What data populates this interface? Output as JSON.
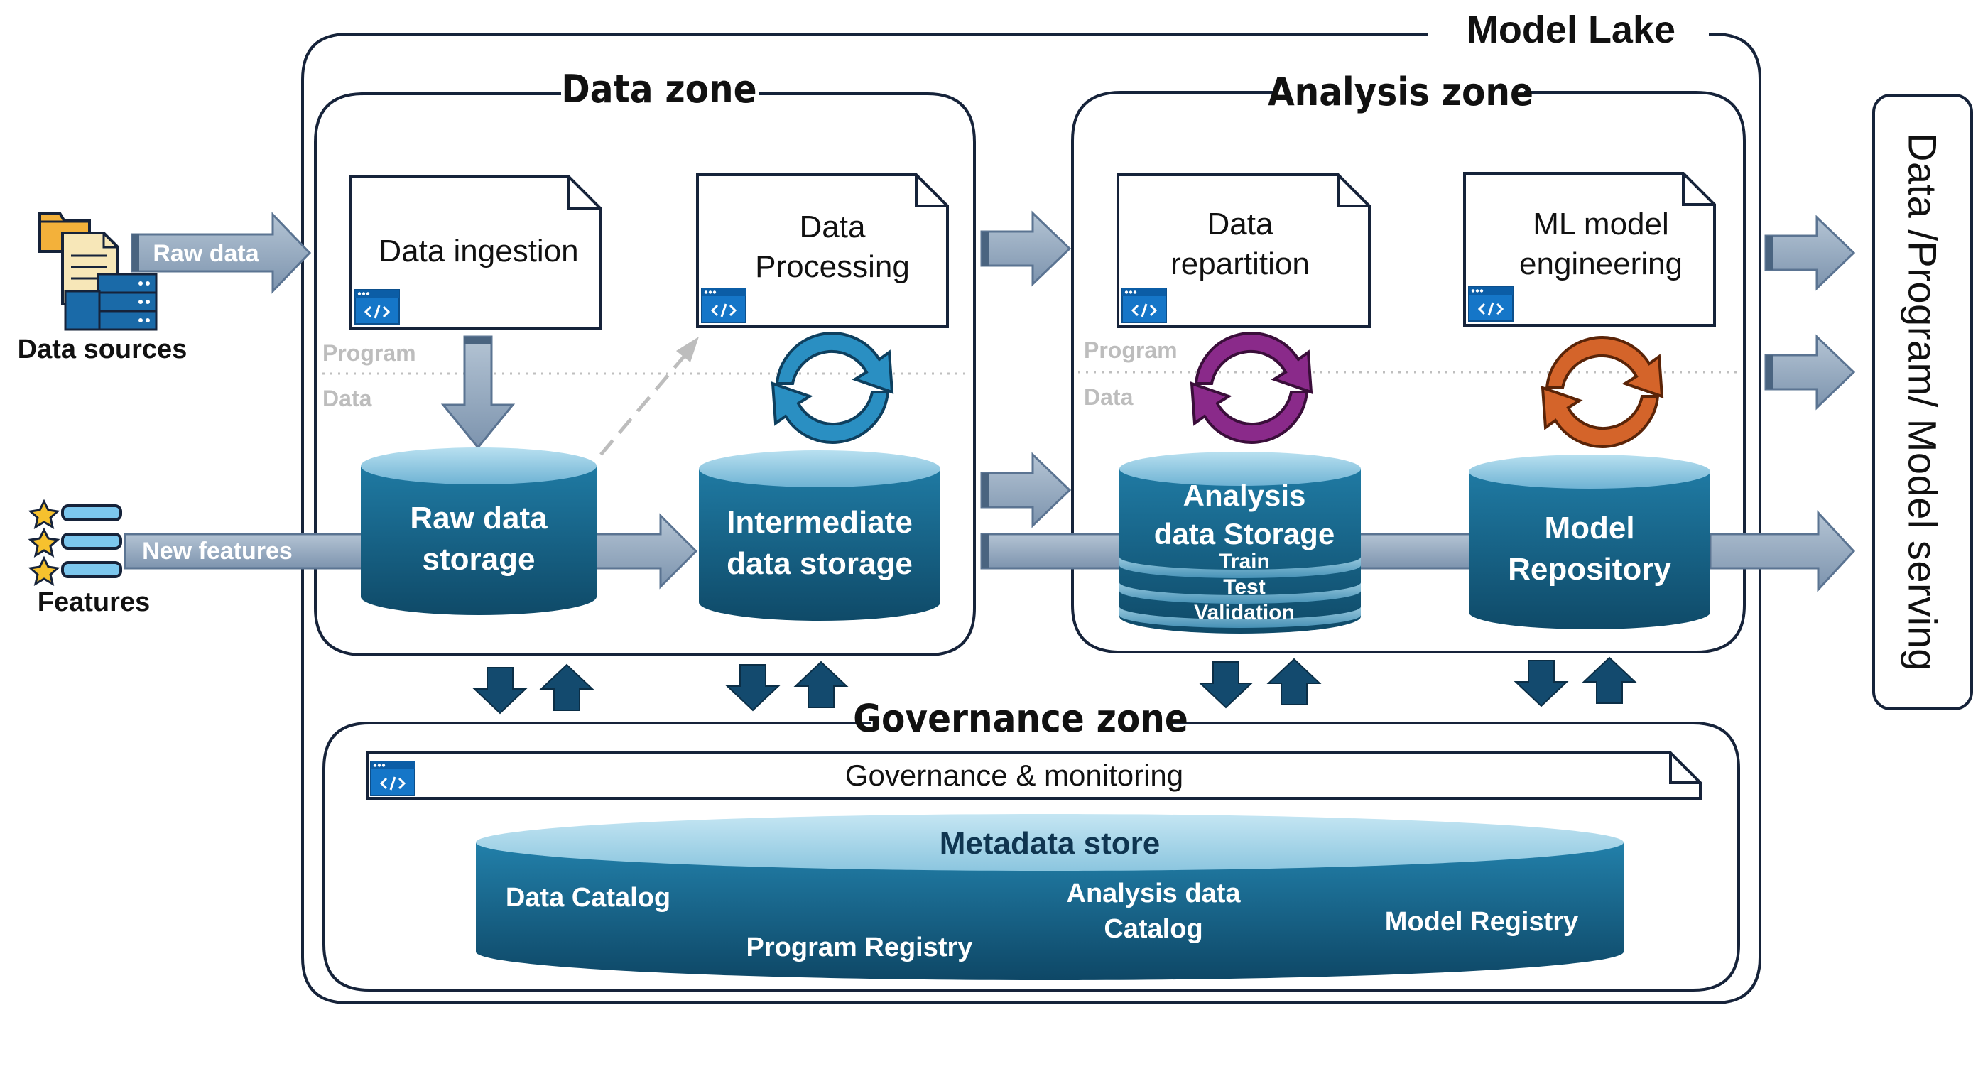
{
  "model_lake": {
    "title": "Model Lake"
  },
  "zones": {
    "data": "Data zone",
    "analysis": "Analysis zone",
    "governance": "Governance zone"
  },
  "inputs": {
    "data_sources": "Data sources",
    "raw_data": "Raw data",
    "features": "Features",
    "new_features": "New features"
  },
  "layers": {
    "program": "Program",
    "data": "Data"
  },
  "programs": {
    "ingestion": "Data ingestion",
    "processing": [
      "Data",
      "Processing"
    ],
    "repartition": [
      "Data",
      "repartition"
    ],
    "engineering": [
      "ML model",
      "engineering"
    ],
    "governance": "Governance & monitoring"
  },
  "storages": {
    "raw": [
      "Raw data",
      "storage"
    ],
    "intermediate": [
      "Intermediate",
      "data storage"
    ],
    "analysis": [
      "Analysis",
      "data Storage"
    ],
    "analysis_splits": [
      "Train",
      "Test",
      "Validation"
    ],
    "model_repo": [
      "Model",
      "Repository"
    ]
  },
  "metadata": {
    "title": "Metadata store",
    "data_catalog": "Data Catalog",
    "program_registry": "Program Registry",
    "analysis_catalog": [
      "Analysis data",
      "Catalog"
    ],
    "model_registry": "Model Registry"
  },
  "serving": "Data /Program/ Model serving",
  "colors": {
    "frame": "#16233a",
    "cylinder_top": "#7fc0dd",
    "cylinder_body": "#1c6d92",
    "cylinder_dark": "#0f4a68",
    "flow_arrow": "#95a9bf",
    "vertical_arrow": "#134a6e",
    "cycle_blue": "#2a8fc2",
    "cycle_purple": "#8a2a8a",
    "cycle_orange": "#d4642a"
  },
  "icons": [
    "code-window-icon",
    "folder-document-database-icon",
    "star-list-icon",
    "cycle-arrows-icon"
  ]
}
